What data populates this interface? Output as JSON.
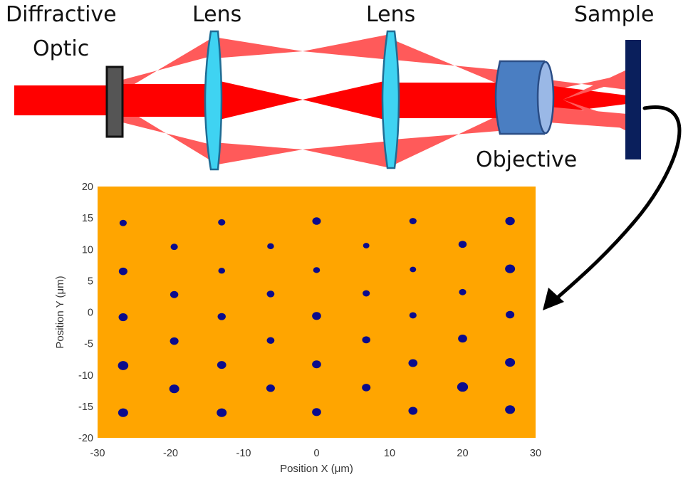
{
  "labels": {
    "diffractive_line1": "Diffractive",
    "diffractive_line2": "Optic",
    "lens1": "Lens",
    "lens2": "Lens",
    "sample": "Sample",
    "objective": "Objective"
  },
  "colors": {
    "beam": "#ff0000",
    "beam_light": "#ff5a5a",
    "lens": "#3fd3f2",
    "objective": "#4a7ec2",
    "sample": "#0a1f5c",
    "optic": "#555555",
    "plot_bg": "#ffa500",
    "spot": "#0b0b8c"
  },
  "chart_data": {
    "type": "scatter",
    "xlabel": "Position X (μm)",
    "ylabel": "Position Y (μm)",
    "xlim": [
      -30,
      30
    ],
    "ylim": [
      -20,
      20
    ],
    "xticks": [
      -30,
      -20,
      -10,
      0,
      10,
      20,
      30
    ],
    "yticks": [
      20,
      15,
      10,
      5,
      0,
      -5,
      -10,
      -15,
      -20
    ],
    "points": [
      {
        "x": -26.5,
        "y": 14.2,
        "r": 0.8
      },
      {
        "x": -13,
        "y": 14.3,
        "r": 0.8
      },
      {
        "x": 0,
        "y": 14.5,
        "r": 0.95
      },
      {
        "x": 13.2,
        "y": 14.5,
        "r": 0.8
      },
      {
        "x": 26.5,
        "y": 14.5,
        "r": 1.05
      },
      {
        "x": -19.5,
        "y": 10.4,
        "r": 0.8
      },
      {
        "x": -6.3,
        "y": 10.5,
        "r": 0.75
      },
      {
        "x": 6.8,
        "y": 10.6,
        "r": 0.7
      },
      {
        "x": 20,
        "y": 10.8,
        "r": 0.9
      },
      {
        "x": -26.5,
        "y": 6.5,
        "r": 0.95
      },
      {
        "x": -13,
        "y": 6.6,
        "r": 0.75
      },
      {
        "x": 0,
        "y": 6.7,
        "r": 0.75
      },
      {
        "x": 13.2,
        "y": 6.8,
        "r": 0.7
      },
      {
        "x": 26.5,
        "y": 6.9,
        "r": 1.1
      },
      {
        "x": -19.5,
        "y": 2.8,
        "r": 0.9
      },
      {
        "x": -6.3,
        "y": 2.9,
        "r": 0.85
      },
      {
        "x": 6.8,
        "y": 3.0,
        "r": 0.8
      },
      {
        "x": 20,
        "y": 3.2,
        "r": 0.8
      },
      {
        "x": -26.5,
        "y": -0.8,
        "r": 1.0
      },
      {
        "x": -13,
        "y": -0.7,
        "r": 0.9
      },
      {
        "x": 0,
        "y": -0.6,
        "r": 1.0
      },
      {
        "x": 13.2,
        "y": -0.5,
        "r": 0.8
      },
      {
        "x": 26.5,
        "y": -0.4,
        "r": 0.95
      },
      {
        "x": -19.5,
        "y": -4.6,
        "r": 0.95
      },
      {
        "x": -6.3,
        "y": -4.5,
        "r": 0.85
      },
      {
        "x": 6.8,
        "y": -4.4,
        "r": 0.9
      },
      {
        "x": 20,
        "y": -4.2,
        "r": 1.0
      },
      {
        "x": -26.5,
        "y": -8.5,
        "r": 1.15
      },
      {
        "x": -13,
        "y": -8.4,
        "r": 1.0
      },
      {
        "x": 0,
        "y": -8.3,
        "r": 1.0
      },
      {
        "x": 13.2,
        "y": -8.1,
        "r": 1.0
      },
      {
        "x": 26.5,
        "y": -8.0,
        "r": 1.1
      },
      {
        "x": -19.5,
        "y": -12.2,
        "r": 1.1
      },
      {
        "x": -6.3,
        "y": -12.1,
        "r": 0.95
      },
      {
        "x": 6.8,
        "y": -12.0,
        "r": 0.95
      },
      {
        "x": 20,
        "y": -11.9,
        "r": 1.2
      },
      {
        "x": -26.5,
        "y": -16.0,
        "r": 1.1
      },
      {
        "x": -13,
        "y": -16.0,
        "r": 1.1
      },
      {
        "x": 0,
        "y": -15.9,
        "r": 1.0
      },
      {
        "x": 13.2,
        "y": -15.7,
        "r": 1.0
      },
      {
        "x": 26.5,
        "y": -15.5,
        "r": 1.1
      }
    ]
  }
}
